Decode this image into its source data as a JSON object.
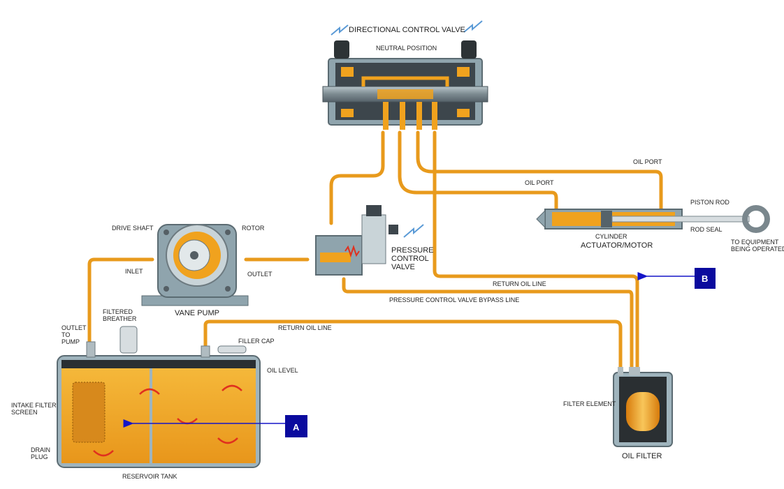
{
  "labels": {
    "directional_control_valve": "DIRECTIONAL CONTROL VALVE",
    "neutral_position": "NEUTRAL POSITION",
    "oil_port_top": "OIL PORT",
    "oil_port_mid": "OIL PORT",
    "piston_rod": "PISTON ROD",
    "rod_seal": "ROD SEAL",
    "cylinder": "CYLINDER",
    "actuator_motor": "ACTUATOR/MOTOR",
    "to_equipment_1": "TO EQUIPMENT",
    "to_equipment_2": "BEING OPERATED",
    "drive_shaft": "DRIVE SHAFT",
    "rotor": "ROTOR",
    "inlet": "INLET",
    "outlet": "OUTLET",
    "vane_pump": "VANE PUMP",
    "pressure_1": "PRESSURE",
    "pressure_2": "CONTROL",
    "pressure_3": "VALVE",
    "return_oil_line_right": "RETURN OIL LINE",
    "bypass_line": "PRESSURE CONTROL VALVE BYPASS LINE",
    "return_oil_line_top": "RETURN OIL LINE",
    "filtered_1": "FILTERED",
    "filtered_2": "BREATHER",
    "outlet_to_pump_1": "OUTLET",
    "outlet_to_pump_2": "TO",
    "outlet_to_pump_3": "PUMP",
    "filler_cap": "FILLER CAP",
    "oil_level": "OIL LEVEL",
    "intake_1": "INTAKE FILTER",
    "intake_2": "SCREEN",
    "drain_1": "DRAIN",
    "drain_2": "PLUG",
    "reservoir_tank": "RESERVOIR TANK",
    "filter_element": "FILTER ELEMENT",
    "oil_filter": "OIL FILTER"
  },
  "markers": {
    "a": "A",
    "b": "B"
  },
  "colors": {
    "oil": "#f0a21e",
    "oil_dark": "#d9820e",
    "tank_fill": "#f4ae2a",
    "metal": "#6d7a80",
    "frame": "#9fb4bd",
    "marker": "#0a0a9e",
    "arrow": "#1515c8",
    "flow": "#e0301e",
    "spring": "#e0301e"
  }
}
